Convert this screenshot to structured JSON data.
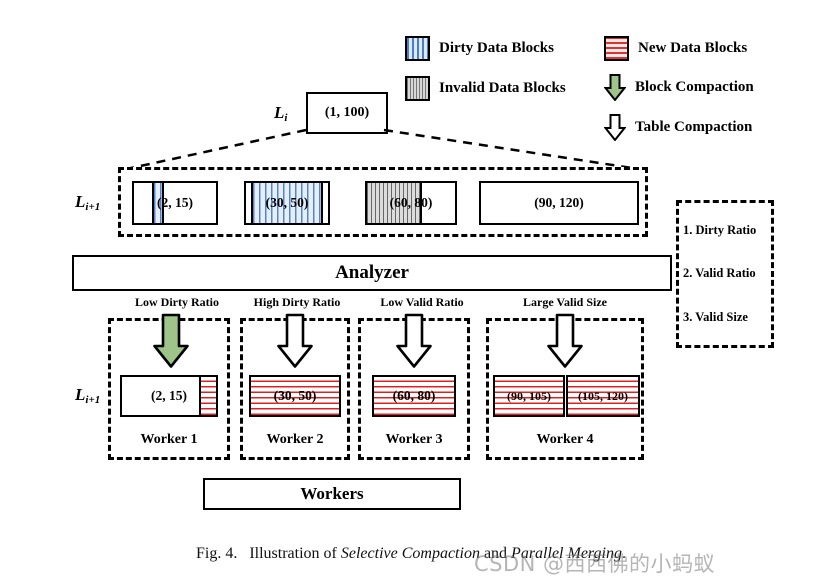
{
  "legend": {
    "items": [
      {
        "id": "dirty-data-blocks",
        "label": "Dirty Data Blocks",
        "icon": "dirty-swatch"
      },
      {
        "id": "new-data-blocks",
        "label": "New Data Blocks",
        "icon": "new-swatch"
      },
      {
        "id": "invalid-data-blocks",
        "label": "Invalid Data Blocks",
        "icon": "invalid-swatch"
      },
      {
        "id": "block-compaction",
        "label": "Block Compaction",
        "icon": "green-down-arrow-icon"
      },
      {
        "id": "table-compaction",
        "label": "Table Compaction",
        "icon": "white-down-arrow-icon"
      }
    ]
  },
  "levels": {
    "top_label": "L",
    "top_sub": "i",
    "next_label": "L",
    "next_sub": "i+1"
  },
  "top_table": {
    "range": "(1, 100)"
  },
  "level_tables": [
    {
      "range": "(2, 15)",
      "pattern": "dirty",
      "fill_start_pct": 22,
      "fill_width_pct": 14
    },
    {
      "range": "(30, 50)",
      "pattern": "dirty",
      "fill_start_pct": 6,
      "fill_width_pct": 88
    },
    {
      "range": "(60, 80)",
      "pattern": "invalid",
      "fill_start_pct": 0,
      "fill_width_pct": 62
    },
    {
      "range": "(90, 120)",
      "pattern": "none",
      "fill_start_pct": 0,
      "fill_width_pct": 0
    }
  ],
  "analyzer": {
    "title": "Analyzer"
  },
  "criteria": {
    "items": [
      "1. Dirty Ratio",
      "2. Valid Ratio",
      "3. Valid Size"
    ]
  },
  "conditions": [
    "Low Dirty Ratio",
    "High Dirty Ratio",
    "Low Valid Ratio",
    "Large Valid Size"
  ],
  "workers": [
    {
      "name": "Worker 1",
      "arrow": "green-down-arrow-icon",
      "tables": [
        {
          "range": "(2, 15)",
          "new_start_pct": 82,
          "new_width_pct": 18
        }
      ]
    },
    {
      "name": "Worker 2",
      "arrow": "white-down-arrow-icon",
      "tables": [
        {
          "range": "(30, 50)",
          "new_start_pct": 0,
          "new_width_pct": 100
        }
      ]
    },
    {
      "name": "Worker 3",
      "arrow": "white-down-arrow-icon",
      "tables": [
        {
          "range": "(60, 80)",
          "new_start_pct": 0,
          "new_width_pct": 100
        }
      ]
    },
    {
      "name": "Worker 4",
      "arrow": "white-down-arrow-icon",
      "tables": [
        {
          "range": "(90, 105)",
          "new_start_pct": 0,
          "new_width_pct": 100
        },
        {
          "range": "(105, 120)",
          "new_start_pct": 0,
          "new_width_pct": 100
        }
      ]
    }
  ],
  "workers_bar": {
    "title": "Workers"
  },
  "caption": {
    "prefix": "Fig. 4.",
    "text_1": "Illustration of",
    "italic_1": "Selective Compaction",
    "text_2": "and",
    "italic_2": "Parallel Merging",
    "suffix": "."
  },
  "watermark": {
    "text": "CSDN @西西佛的小蚂蚁"
  },
  "colors": {
    "dirty_blue": "#5585c9",
    "new_red": "#e02020",
    "invalid_gray": "#666666",
    "block_compaction_green": "#9ec48a",
    "outline": "#000000"
  }
}
